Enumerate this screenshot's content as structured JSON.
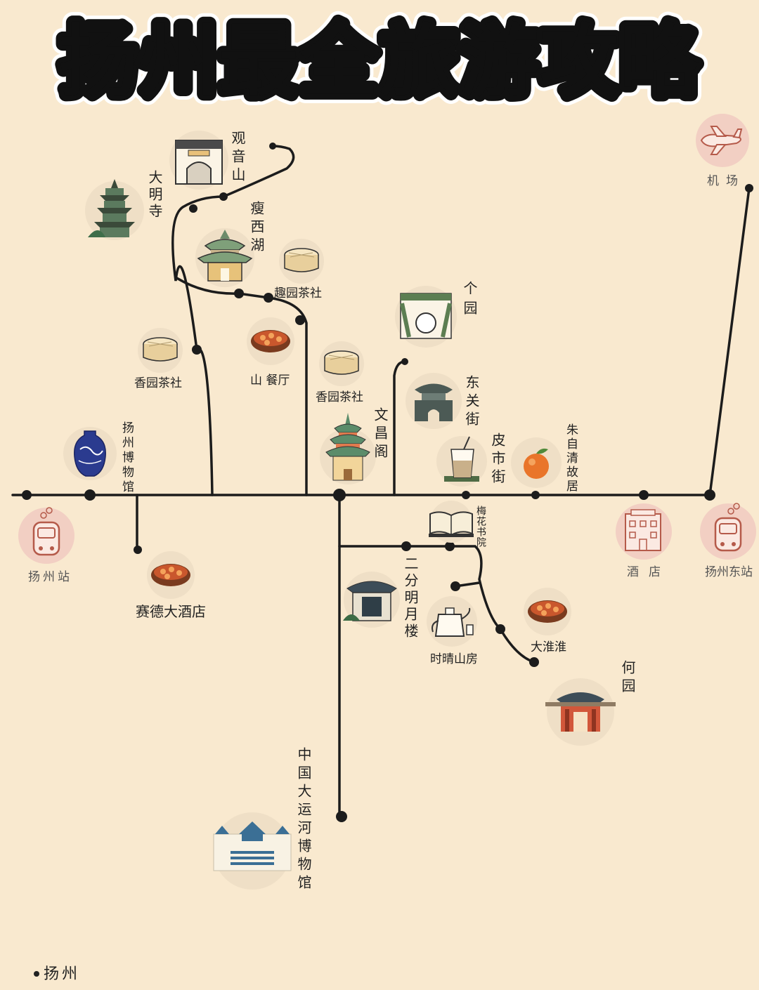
{
  "title": "扬州最全旅游攻略",
  "footer": "扬州",
  "colors": {
    "background": "#f9e9cf",
    "route": "#1c1c1c",
    "badge": "#f2cfc3",
    "icon_bg": "#efdfc6"
  },
  "places": {
    "guanyinshan": "观音山",
    "damingsi": "大明寺",
    "shouxihu": "瘦西湖",
    "quyuan_tea": "趣园茶社",
    "xiangyuan_tea_1": "香园茶社",
    "shan_restaurant": "山 餐厅",
    "xiangyuan_tea_2": "香园茶社",
    "geyuan": "个园",
    "dongguanjie": "东关街",
    "wenchangge": "文昌阁",
    "yangzhou_museum": "扬州博物馆",
    "pishijie": "皮市街",
    "zhuziqing": "朱自清故居",
    "airport": "机场",
    "meihua_academy": "梅花书院",
    "yangzhou_station": "扬州站",
    "saide_hotel": "赛德大酒店",
    "hotel": "酒店",
    "yangzhou_east": "扬州东站",
    "erfen_mingyue": "二分明月楼",
    "shiqing_shanfang": "时晴山房",
    "dahuaizhun": "大淮淮",
    "heyuan": "何园",
    "canal_museum": "中国大运河博物馆"
  },
  "icons": {
    "guanyinshan": "temple-gate-icon",
    "damingsi": "pagoda-icon",
    "shouxihu": "pavilion-icon",
    "tea_house": "bamboo-steamer-icon",
    "restaurant": "dish-icon",
    "geyuan": "garden-gate-icon",
    "dongguanjie": "city-gate-icon",
    "wenchangge": "tower-icon",
    "yangzhou_museum": "porcelain-vase-icon",
    "pishijie": "drink-cup-icon",
    "zhuziqing": "orange-icon",
    "airport": "airplane-icon",
    "meihua_academy": "open-book-icon",
    "train": "train-icon",
    "hotel": "hotel-building-icon",
    "erfen_mingyue": "pavilion-window-icon",
    "shiqing_shanfang": "teapot-icon",
    "heyuan": "archway-icon",
    "canal_museum": "museum-building-icon"
  }
}
